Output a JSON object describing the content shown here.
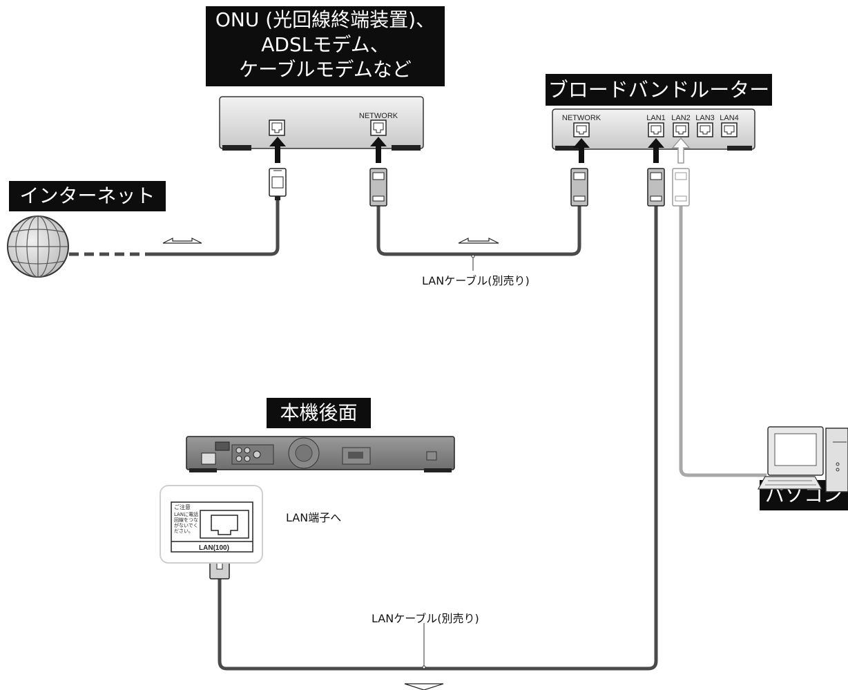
{
  "labels": {
    "modem_line1": "ONU (光回線終端装置)、",
    "modem_line2": "ADSLモデム、",
    "modem_line3": "ケーブルモデムなど",
    "router": "ブロードバンドルーター",
    "internet": "インターネット",
    "unit_rear": "本機後面",
    "pc": "パソコン"
  },
  "ports": {
    "network": "NETWORK",
    "router_network": "NETWORK",
    "lan1": "LAN1",
    "lan2": "LAN2",
    "lan3": "LAN3",
    "lan4": "LAN4"
  },
  "captions": {
    "cable_top": "LANケーブル(別売り)",
    "cable_bottom": "LANケーブル(別売り)",
    "lan_terminal": "LAN端子へ"
  },
  "lan_panel": {
    "caution_title": "ご注意",
    "caution_body": "LANに電話回線をつながないでください。",
    "port_label": "LAN(100)"
  },
  "colors": {
    "dark_cable": "#4a4a4a",
    "light_cable": "#a8a8a8",
    "label_bg": "#0d0d0d"
  }
}
